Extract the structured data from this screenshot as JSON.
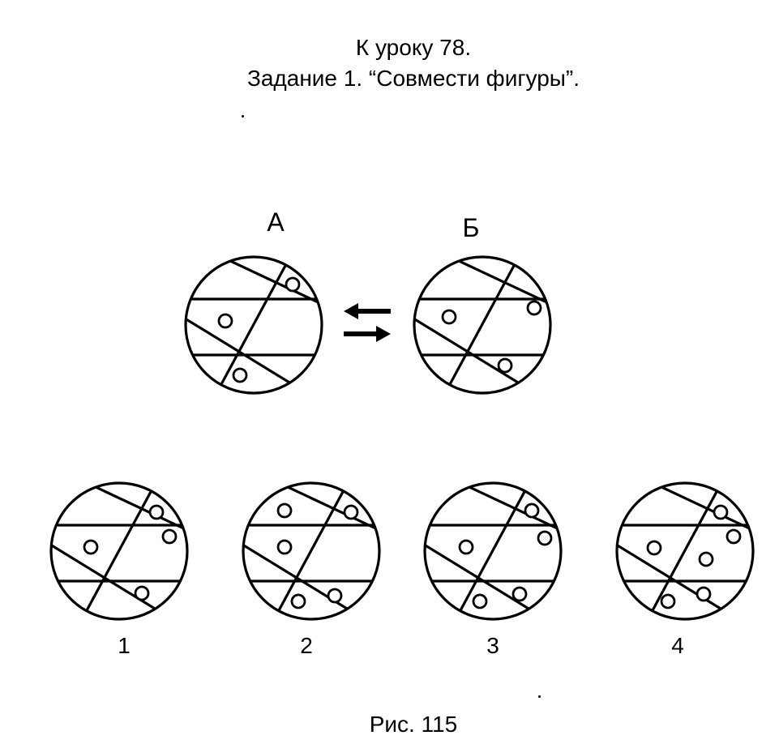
{
  "header": {
    "line1": "К уроку 78.",
    "line2": "Задание 1. “Совмести фигуры”."
  },
  "top_figures": {
    "a_label": "А",
    "b_label": "Б"
  },
  "options": {
    "labels": [
      "1",
      "2",
      "3",
      "4"
    ]
  },
  "caption": "Рис. 115",
  "colors": {
    "ink": "#000000",
    "paper": "#ffffff"
  }
}
